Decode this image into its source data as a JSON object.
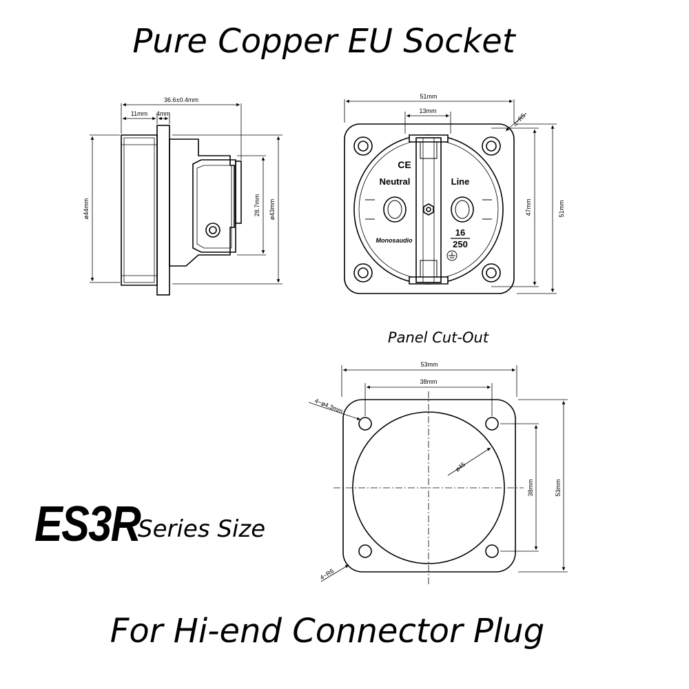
{
  "title": "Pure Copper EU Socket",
  "subtitle": "For Hi-end Connector Plug",
  "model": "ES3R",
  "series_label": "Series Size",
  "cutout_title": "Panel Cut-Out",
  "side_view": {
    "dim_overall": "36.6±0.4mm",
    "dim_front": "11mm",
    "dim_flange": "4mm",
    "dim_body_dia": "ø44mm",
    "dim_rear_height": "28.7mm",
    "dim_rear_dia": "ø43mm"
  },
  "front_view": {
    "dim_width": "51mm",
    "dim_slot": "13mm",
    "dim_corner": "4~R5",
    "dim_hole_spacing": "47mm",
    "dim_height": "51mm",
    "ce_mark": "CE",
    "neutral_label": "Neutral",
    "line_label": "Line",
    "brand": "Monosaudio",
    "rating_top": "16",
    "rating_bottom": "250"
  },
  "cutout_view": {
    "dim_width": "53mm",
    "dim_hole_spacing": "38mm",
    "dim_holes": "4~ø4.3mm",
    "dim_circle": "ø45",
    "dim_hole_spacing_v": "38mm",
    "dim_height": "53mm",
    "dim_corner": "4~R6"
  }
}
